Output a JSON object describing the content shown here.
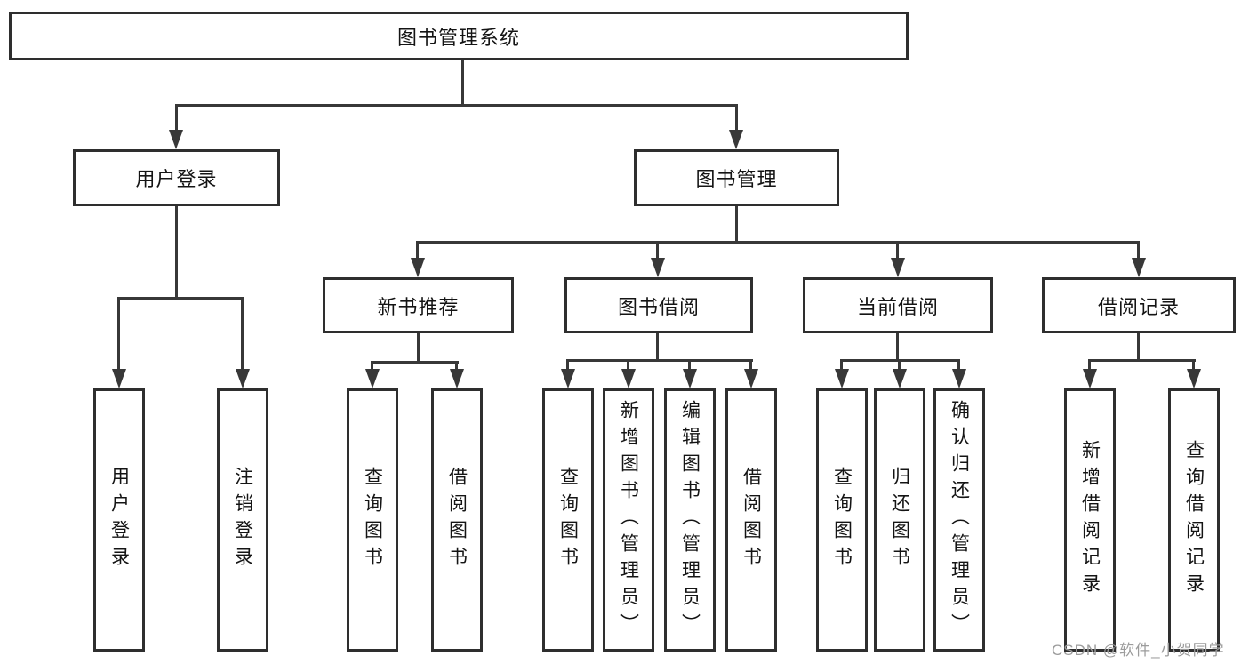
{
  "tree": {
    "label": "图书管理系统",
    "children": [
      {
        "label": "用户登录",
        "children": [
          {
            "label": "用户登录"
          },
          {
            "label": "注销登录"
          }
        ]
      },
      {
        "label": "图书管理",
        "children": [
          {
            "label": "新书推荐",
            "children": [
              {
                "label": "查询图书"
              },
              {
                "label": "借阅图书"
              }
            ]
          },
          {
            "label": "图书借阅",
            "children": [
              {
                "label": "查询图书"
              },
              {
                "label": "新增图书（管理员）"
              },
              {
                "label": "编辑图书（管理员）"
              },
              {
                "label": "借阅图书"
              }
            ]
          },
          {
            "label": "当前借阅",
            "children": [
              {
                "label": "查询图书"
              },
              {
                "label": "归还图书"
              },
              {
                "label": "确认归还（管理员）"
              }
            ]
          },
          {
            "label": "借阅记录",
            "children": [
              {
                "label": "新增借阅记录"
              },
              {
                "label": "查询借阅记录"
              }
            ]
          }
        ]
      }
    ]
  },
  "watermark": {
    "text": "CSDN @软件_小贺同学"
  },
  "colors": {
    "line": "#383838",
    "box_border": "#2e2e2e",
    "box_fill": "#ffffff",
    "text": "#141414",
    "watermark": "#9c9c9c"
  }
}
